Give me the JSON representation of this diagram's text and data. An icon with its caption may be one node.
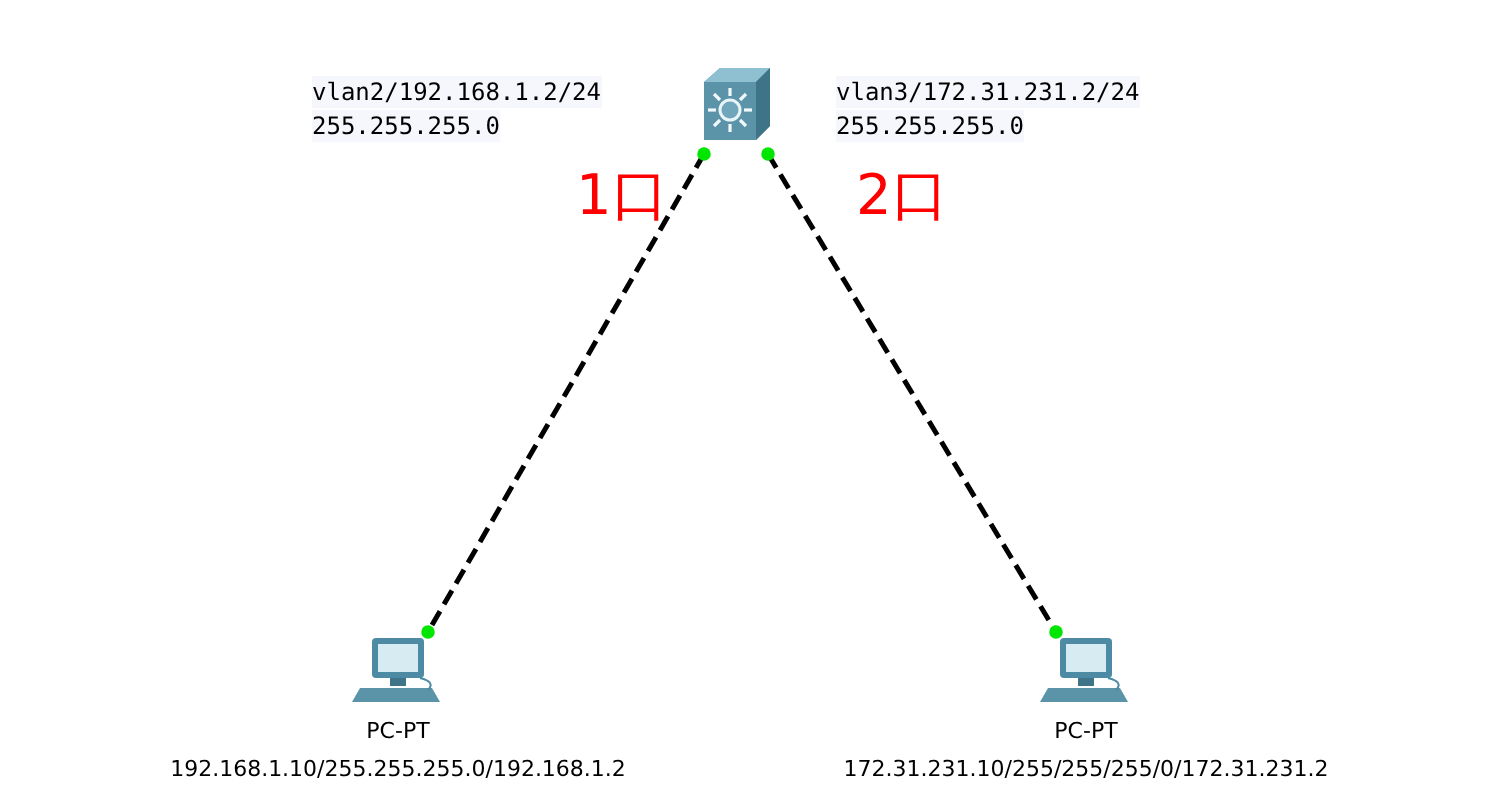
{
  "diagram": {
    "nodes": [
      {
        "text": [],
        "shape": "picture"
      },
      {
        "text": [
          "PC-PT",
          "192.168.1.10/255.255.255.0/192.168.1.2"
        ]
      },
      {
        "text": [
          "PC-PT",
          "172.31.231.10/255/255/255/0/172.31.231.2"
        ]
      }
    ],
    "edges": [
      {
        "from": 0,
        "to": 1,
        "arrow": "other",
        "style": "dashed"
      },
      {
        "from": 0,
        "to": 2,
        "arrow": "other",
        "style": "dashed"
      }
    ],
    "labels": [
      "vlan2/192.168.1.2/24",
      "255.255.255.0",
      "1口",
      "vlan3/172.31.231.2/24",
      "255.255.255.0",
      "2口"
    ]
  }
}
